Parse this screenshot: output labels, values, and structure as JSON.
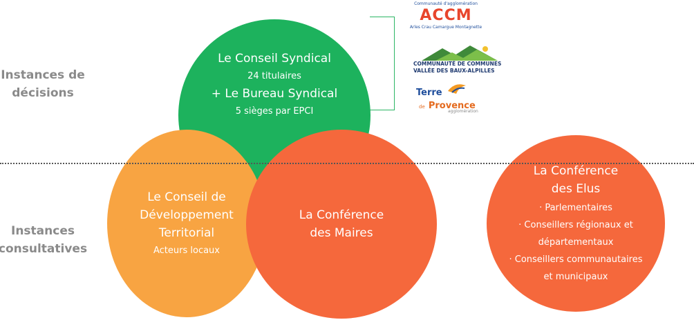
{
  "labels": {
    "decisions": [
      "Instances de",
      "décisions"
    ],
    "consultatives": [
      "Instances",
      "consultatives"
    ]
  },
  "conseil_syndical": {
    "title": "Le Conseil Syndical",
    "subtitle": "24 titulaires",
    "bureau": "+ Le Bureau Syndical",
    "sieges": "5 sièges par EPCI",
    "color": "#1db25d"
  },
  "conseil_developpement": {
    "line1": "Le Conseil de",
    "line2": "Développement",
    "line3": "Territorial",
    "sub": "Acteurs locaux",
    "color": "#f8a442"
  },
  "conference_maires": {
    "line1": "La Conférence",
    "line2": "des Maires",
    "color": "#f5683c"
  },
  "conference_elus": {
    "line1": "La Conférence",
    "line2": "des Elus",
    "items": [
      "· Parlementaires",
      "· Conseillers régionaux et",
      "départementaux",
      "· Conseillers communautaires",
      "et municipaux"
    ],
    "color": "#f5683c"
  },
  "logos": {
    "accm": {
      "top": "Communauté d'agglomération",
      "mark": "ACCM",
      "bottom": "Arles Crau Camargue Montagnette"
    },
    "baux": {
      "line1": "COMMUNAUTÉ DE COMMUNES",
      "line2": "VALLÉE DES BAUX-ALPILLES"
    },
    "terre": {
      "line1": "Terre",
      "line2_small": "de",
      "line2": "Provence",
      "line3": "agglomération"
    }
  }
}
